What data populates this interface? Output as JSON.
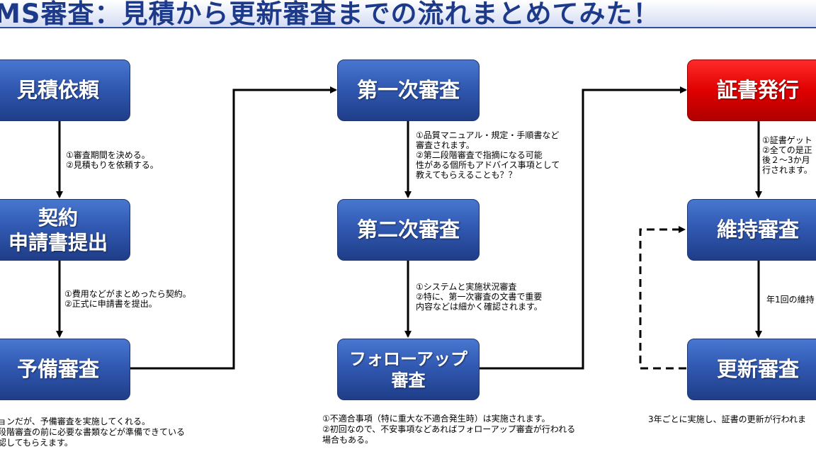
{
  "header": {
    "title": "MS審査：見積から更新審査までの流れまとめてみた！"
  },
  "boxes": {
    "estimate": "見積依頼",
    "contract_line1": "契約",
    "contract_line2": "申請書提出",
    "preliminary": "予備審査",
    "stage1": "第一次審査",
    "stage2": "第二次審査",
    "followup_line1": "フォローアップ",
    "followup_line2": "審査",
    "certificate": "証書発行",
    "maintenance": "維持審査",
    "renewal": "更新審査"
  },
  "notes": {
    "estimate": [
      "①審査期間を決める。",
      "②見積もりを依頼する。"
    ],
    "contract": [
      "①費用などがまとめったら契約。",
      "②正式に申請書を提出。"
    ],
    "preliminary": [
      "ョンだが、予備審査を実施してくれる。",
      "段階審査の前に必要な書類などが準備できている",
      "認してもらえます。"
    ],
    "stage1": [
      "①品質マニュアル・規定・手順書など",
      "審査されます。",
      "②第二段階審査で指摘になる可能",
      "性がある個所もアドバイス事項として",
      "教えてもらえることも？？"
    ],
    "stage2": [
      "①システムと実施状況審査",
      "②特に、第一次審査の文書で重要",
      "内容などは細かく確認されます。"
    ],
    "followup": [
      "①不適合事項（特に重大な不適合発生時）は実施されます。",
      "②初回なので、不安事項などあればフォローアップ審査が行われる",
      "場合もある。"
    ],
    "certificate": [
      "①証書ゲット",
      "②全ての是正",
      "後２～3か月",
      "行されます。"
    ],
    "maintenance": "年1回の維持",
    "renewal": "3年ごとに実施し、証書の更新が行われま"
  }
}
